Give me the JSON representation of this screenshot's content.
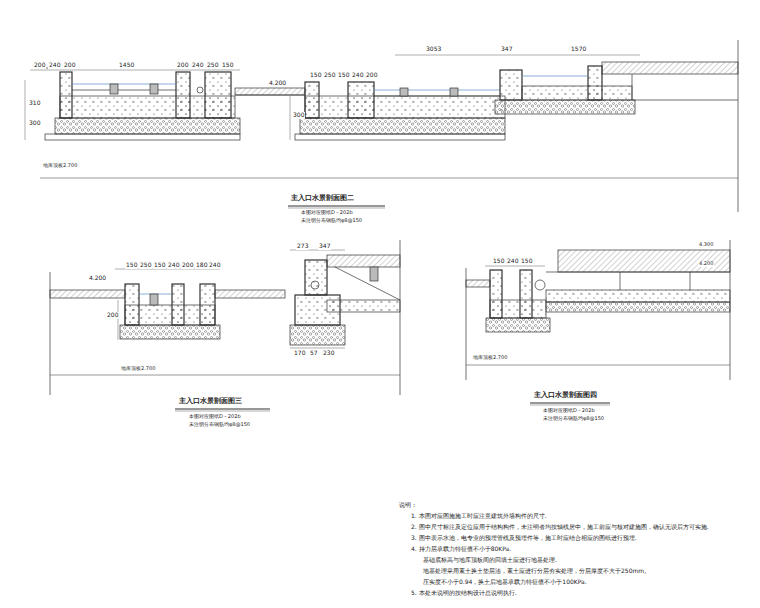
{
  "diagram": {
    "labels": [
      "200",
      "240",
      "200",
      "1450",
      "200",
      "240",
      "250",
      "150",
      "4.200",
      "150",
      "250",
      "150",
      "240",
      "200",
      "3053",
      "347",
      "1570",
      "310",
      "300",
      "300",
      "地库顶板2.700",
      "主入口水景剖面图二",
      "本图对应图纸D－202b",
      "未注明分布钢筋均φ8@150",
      "150",
      "250",
      "150",
      "240",
      "200",
      "180",
      "240",
      "4.200",
      "273",
      "347",
      "200",
      "170",
      "57",
      "230",
      "地库顶板2.700",
      "主入口水景剖面图三",
      "本图对应图纸D－202b",
      "未注明分布钢筋均φ8@150",
      "150",
      "240",
      "150",
      "4.300",
      "4.200",
      "地库顶板2.700",
      "主入口水景剖面图四",
      "本图对应图纸D－202b",
      "未注明分布钢筋均φ8@150",
      "说明：",
      "1. 本图对应图施施工时应注意建筑外墙构件的尺寸.",
      "2. 图中尺寸标注及定位应用于结构构件，未注明者均按轴线居中，施工前应与核对建施图，确认无误后方可实施.",
      "3. 图中表示水池，电专业的预埋管线及预埋件等，施工时应结合相应的图纸进行预埋.",
      "4. 持力层承载力特征值不小于80KPa.",
      "基础底标高与地库顶板间的回填土应进行地基处理.",
      "地基处理采用素土换土垫层法，素土应进行分层夯实处理，分层厚度不大于250mm,",
      "压实度不小于0.94，换土后地基承载力特征值不小于100KPa.",
      "5. 本处未说明的按结构设计总说明执行."
    ]
  }
}
